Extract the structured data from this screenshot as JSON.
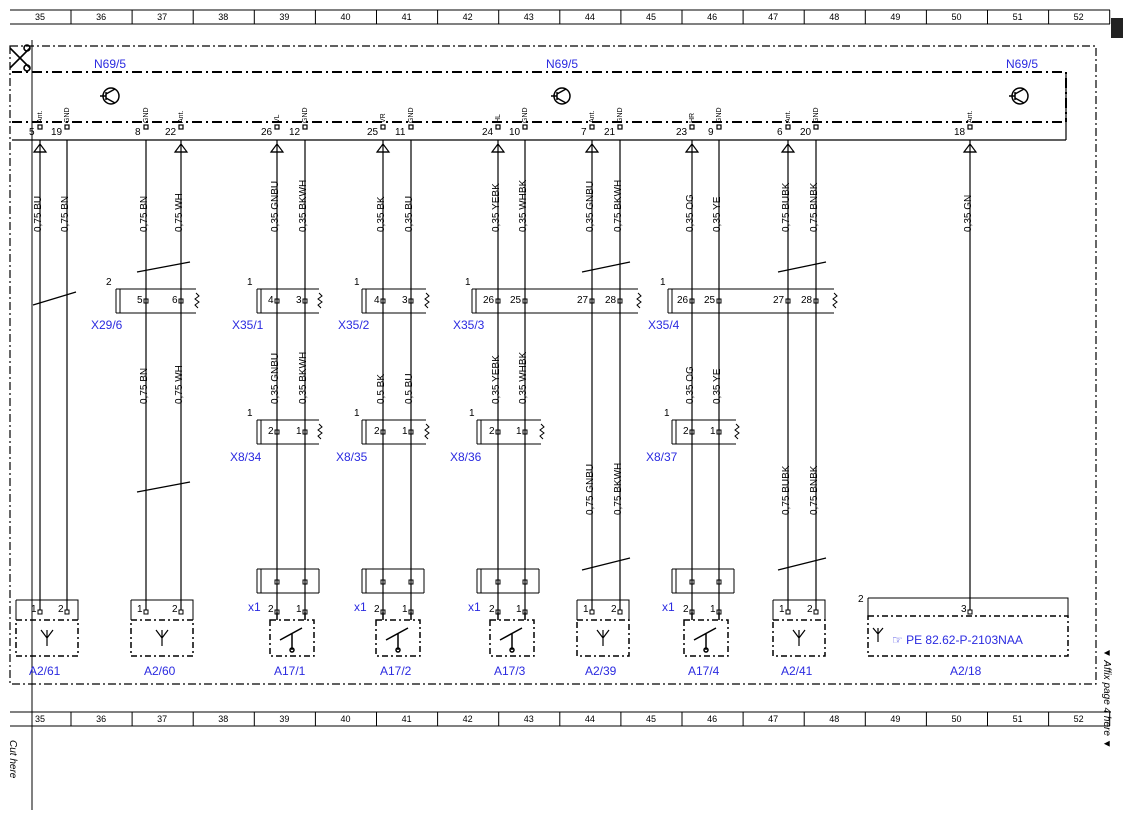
{
  "ruler": {
    "numbers": [
      "35",
      "36",
      "37",
      "38",
      "39",
      "40",
      "41",
      "42",
      "43",
      "44",
      "45",
      "46",
      "47",
      "48",
      "49",
      "50",
      "51",
      "52"
    ]
  },
  "module": {
    "label_left": "N69/5",
    "label_center": "N69/5",
    "label_right": "N69/5"
  },
  "pins": [
    {
      "num": "5",
      "name": "Ant."
    },
    {
      "num": "19",
      "name": "GND"
    },
    {
      "num": "8",
      "name": "GND"
    },
    {
      "num": "22",
      "name": "Ant."
    },
    {
      "num": "26",
      "name": "VL"
    },
    {
      "num": "12",
      "name": "GND"
    },
    {
      "num": "25",
      "name": "VR"
    },
    {
      "num": "11",
      "name": "GND"
    },
    {
      "num": "24",
      "name": "HL"
    },
    {
      "num": "10",
      "name": "GND"
    },
    {
      "num": "7",
      "name": "Ant."
    },
    {
      "num": "21",
      "name": "GND"
    },
    {
      "num": "23",
      "name": "HR"
    },
    {
      "num": "9",
      "name": "GND"
    },
    {
      "num": "6",
      "name": "Ant."
    },
    {
      "num": "20",
      "name": "GND"
    },
    {
      "num": "18",
      "name": "Ant."
    }
  ],
  "wires_top": [
    "0,75 BU",
    "0,75 BN",
    "0,75 BN",
    "0,75 WH",
    "0,35 GNBU",
    "0,35 BKWH",
    "0,35 BK",
    "0,35 BU",
    "0,35 YEBK",
    "0,35 WHBK",
    "0,35 GNBU",
    "0,75 BKWH",
    "0,35 OG",
    "0,35 YE",
    "0,75 BUBK",
    "0,75 BNBK",
    "0,35 GN"
  ],
  "wires_mid": [
    "0,75 BN",
    "0,75 WH",
    "0,35 GNBU",
    "0,35 BKWH",
    "0,5 BK",
    "0,5 BU",
    "0,35 YEBK",
    "0,35 WHBK",
    "0,35 OG",
    "0,35 YE"
  ],
  "wires_low": [
    "0,75 GNBU",
    "0,75 BKWH",
    "0,75 BUBK",
    "0,75 BNBK"
  ],
  "connectors_top": {
    "x29_6": {
      "label": "X29/6",
      "index": "2",
      "pins": [
        "5",
        "6"
      ]
    },
    "x35_1": {
      "label": "X35/1",
      "index": "1",
      "pins": [
        "4",
        "3"
      ]
    },
    "x35_2": {
      "label": "X35/2",
      "index": "1",
      "pins": [
        "4",
        "3"
      ]
    },
    "x35_3": {
      "label": "X35/3",
      "index": "1",
      "pins": [
        "26",
        "25",
        "27",
        "28"
      ]
    },
    "x35_4": {
      "label": "X35/4",
      "index": "1",
      "pins": [
        "26",
        "25",
        "27",
        "28"
      ]
    }
  },
  "connectors_mid": {
    "x8_34": {
      "label": "X8/34",
      "index": "1",
      "pins": [
        "2",
        "1"
      ]
    },
    "x8_35": {
      "label": "X8/35",
      "index": "1",
      "pins": [
        "2",
        "1"
      ]
    },
    "x8_36": {
      "label": "X8/36",
      "index": "1",
      "pins": [
        "2",
        "1"
      ]
    },
    "x8_37": {
      "label": "X8/37",
      "index": "1",
      "pins": [
        "2",
        "1"
      ]
    }
  },
  "components": [
    {
      "label": "A2/61",
      "pins": [
        "1",
        "2"
      ]
    },
    {
      "label": "A2/60",
      "pins": [
        "1",
        "2"
      ]
    },
    {
      "label": "A17/1",
      "pins": [
        "2",
        "1"
      ],
      "x": "x1"
    },
    {
      "label": "A17/2",
      "pins": [
        "2",
        "1"
      ],
      "x": "x1"
    },
    {
      "label": "A17/3",
      "pins": [
        "2",
        "1"
      ],
      "x": "x1"
    },
    {
      "label": "A2/39",
      "pins": [
        "1",
        "2"
      ]
    },
    {
      "label": "A17/4",
      "pins": [
        "2",
        "1"
      ],
      "x": "x1"
    },
    {
      "label": "A2/41",
      "pins": [
        "1",
        "2"
      ]
    },
    {
      "label": "A2/18",
      "pins": [
        "3"
      ],
      "index": "2",
      "ref": "PE 82.62-P-2103NAA"
    }
  ],
  "side_text": {
    "cut_here": "Cut here",
    "affix": "▼ Affix page 4 here ▼"
  },
  "colors": {
    "line": "#000000",
    "label": "#2a2ae0"
  }
}
